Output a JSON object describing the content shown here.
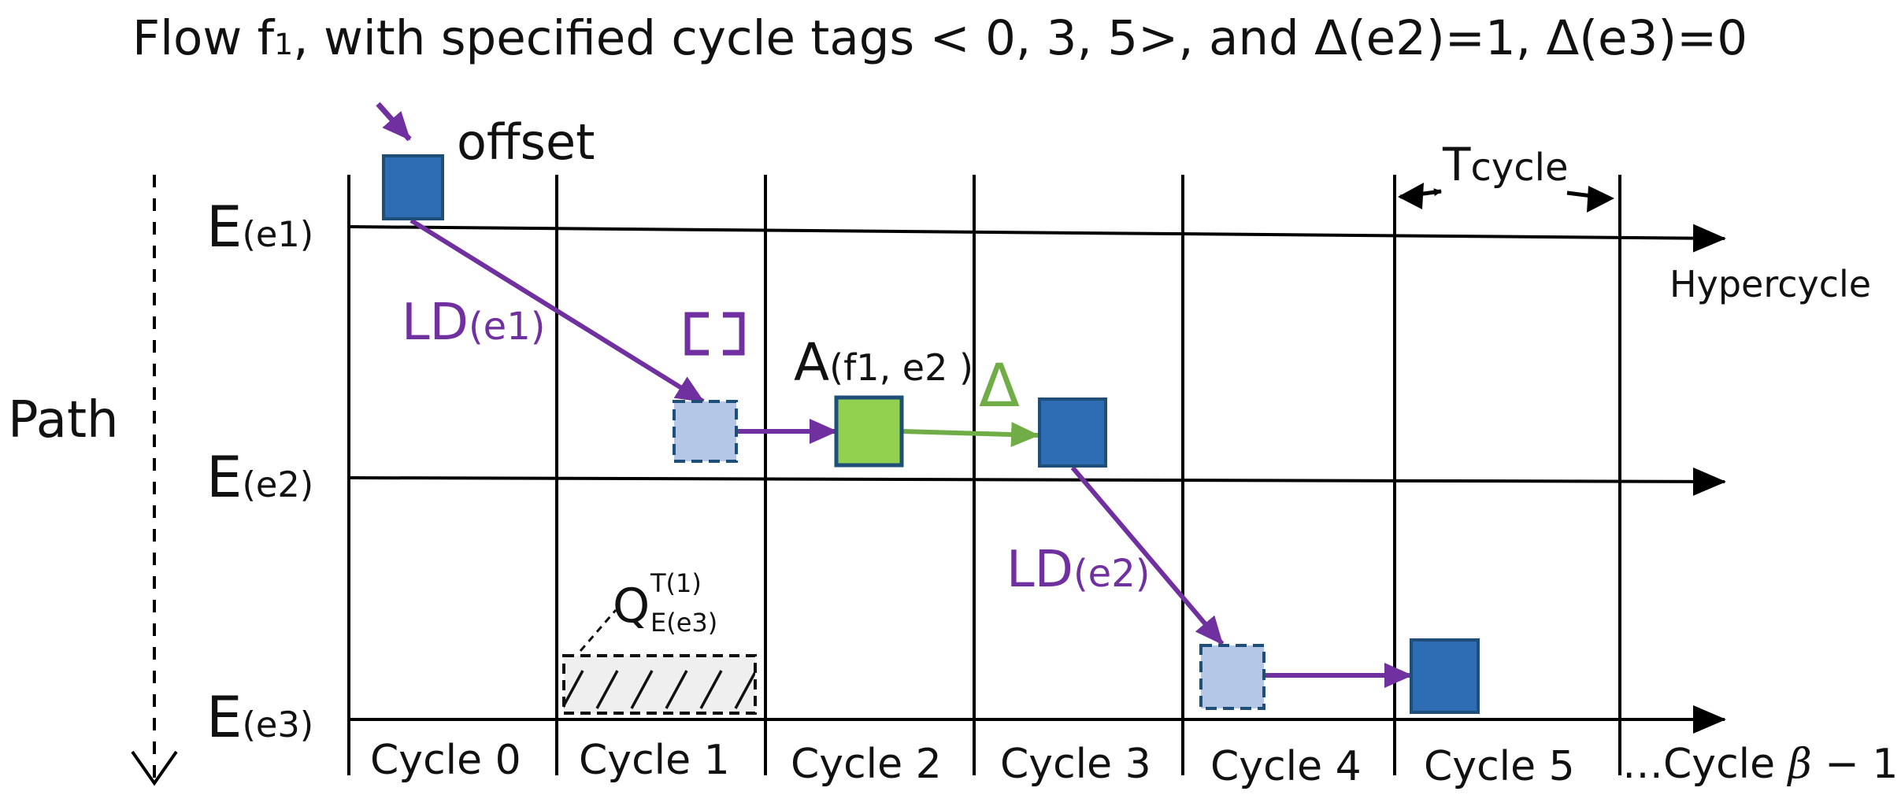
{
  "title": {
    "prefix": "Flow f",
    "sub": "1",
    "rest": ",  with specified cycle tags < 0, 3, 5>, and Δ(e2)=1, Δ(e3)=0"
  },
  "labels": {
    "offset": "offset",
    "tcycle_main": "T",
    "tcycle_sub": "cycle",
    "hypercycle": "Hypercycle",
    "path": "Path",
    "ld_e1_main": "LD",
    "ld_e1_sub": "(e1)",
    "ld_e2_main": "LD",
    "ld_e2_sub": "(e2)",
    "a_main": "A",
    "a_sub": "(f1, e2 )",
    "delta": "Δ",
    "q_main": "Q",
    "q_sup": "T(1)",
    "q_sub": "E(e3)"
  },
  "rows": [
    {
      "main": "E",
      "sub": "(e1)"
    },
    {
      "main": "E",
      "sub": "(e2)"
    },
    {
      "main": "E",
      "sub": "(e3)"
    }
  ],
  "cycles": [
    "Cycle 0",
    "Cycle 1",
    "Cycle 2",
    "Cycle 3",
    "Cycle 4",
    "Cycle 5"
  ],
  "cycle_last": {
    "prefix": "…Cycle ",
    "var": "β",
    "suffix": " − 1"
  },
  "colors": {
    "packet_blue": "#2E6DB4",
    "packet_border": "#1F4E79",
    "ghost_fill": "#B4C7E7",
    "green_fill": "#92D050",
    "purple": "#7030A0",
    "green": "#70AD47",
    "hatch_fill": "#EFEFEF"
  }
}
